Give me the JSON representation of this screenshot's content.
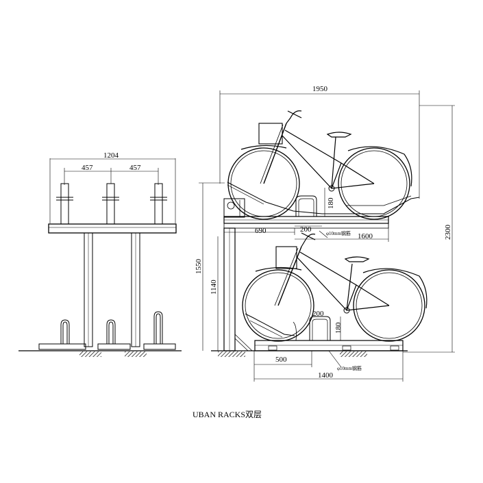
{
  "caption": "UBAN RACKS双层",
  "front_view": {
    "dims": {
      "total_width": "1204",
      "spacing_left": "457",
      "spacing_right": "457"
    }
  },
  "side_view": {
    "dims": {
      "top_length": "1950",
      "total_height": "2300",
      "post_height_outer": "1550",
      "post_height_inner": "1140",
      "upper_tray_length": "1600",
      "upper_offset": "690",
      "upper_gap": "200",
      "upper_rise": "180",
      "upper_rebar": "φ10mm钢筋",
      "lower_length": "1400",
      "lower_offset": "500",
      "lower_gap": "200",
      "lower_rise": "180",
      "lower_rebar": "φ10mm钢筋"
    }
  }
}
